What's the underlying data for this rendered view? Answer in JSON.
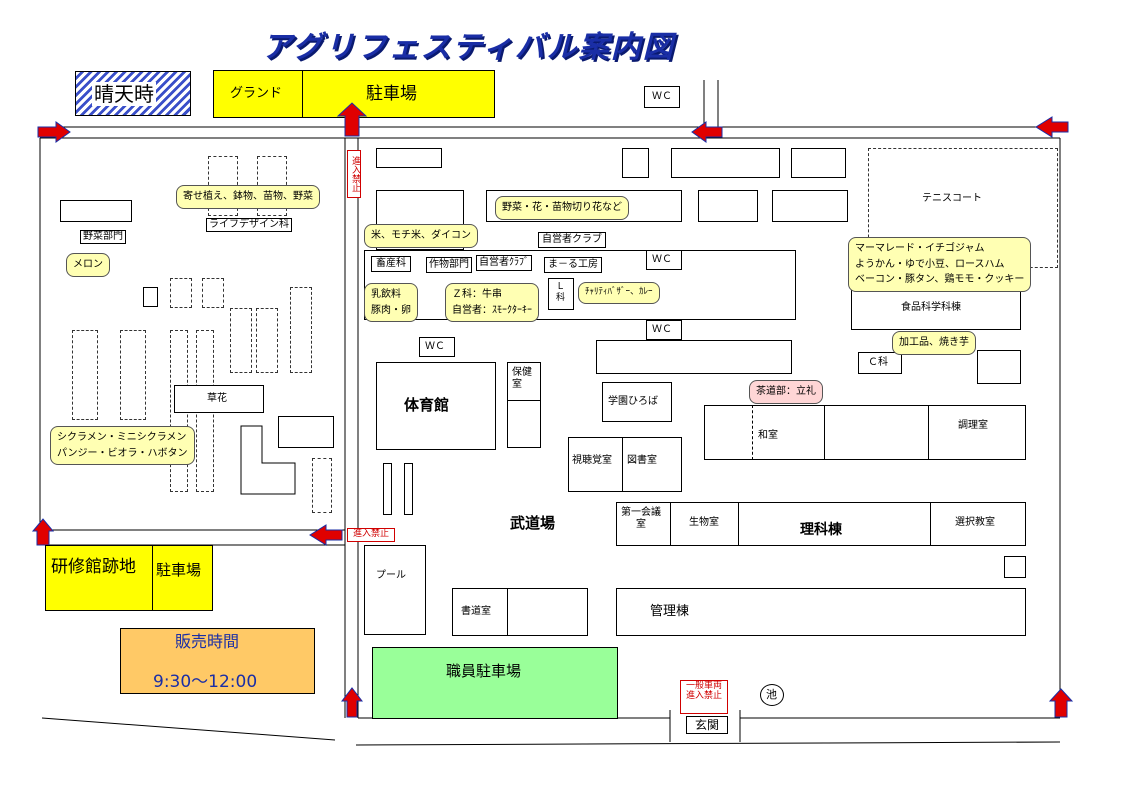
{
  "title": "アグリフェスティバル案内図",
  "top_left": {
    "rain": "晴天時"
  },
  "parking_top": {
    "ground": "グランド",
    "parking": "駐車場"
  },
  "wc": "ＷＣ",
  "left": {
    "lifedesign": "ライフデザイン科",
    "vegetable_dept": "野菜部門",
    "flower": "草花",
    "callout_lifedesign": "寄せ植え、鉢物、苗物、野菜",
    "callout_melon": "メロン",
    "callout_flower_line1": "シクラメン・ミニシクラメン",
    "callout_flower_line2": "パンジー・ビオラ・ハボタン"
  },
  "center": {
    "livestock": "畜産科",
    "crop_dept": "作物部門",
    "self_club": "自営者ｸﾗﾌﾞ",
    "self_club_2": "自営者クラブ",
    "maaru": "ま－る工房",
    "l_dept": "Ｌ\n科",
    "gym": "体育館",
    "health": "保健\n室",
    "gakuen": "学園ひろば",
    "av_room": "視聴覚室",
    "library": "図書室",
    "budo": "武道場",
    "pool": "プール",
    "calligraphy": "書道室",
    "admin": "管理棟",
    "staff_parking": "職員駐車場",
    "entrance": "玄関",
    "pond": "池",
    "no_entry": "進入禁止",
    "no_entry_general_1": "一般車両",
    "no_entry_general_2": "進入禁止",
    "callout_rice": "米、モチ米、ダイコン",
    "callout_dairy_1": "乳飲料",
    "callout_dairy_2": "豚肉・卵",
    "callout_z_1": "Ｚ科：牛串",
    "callout_z_2": "自営者：ｽﾓｰｸﾀｰｷｰ",
    "callout_veg": "野菜・花・苗物切り花など",
    "callout_charity": "ﾁｬﾘﾃｨﾊﾞｻﾞｰ、ｶﾚｰ"
  },
  "right": {
    "tennis": "テニスコート",
    "food_science": "食品科学科棟",
    "c_dept": "Ｃ科",
    "japanese_room": "和室",
    "cooking": "調理室",
    "meeting": "第一会議\n室",
    "biology": "生物室",
    "science": "理科棟",
    "elective": "選択教室",
    "callout_food_1": "マーマレード・イチゴジャム",
    "callout_food_2": "ようかん・ゆで小豆、ロースハム",
    "callout_food_3": "ベーコン・豚タン、鶏モモ・クッキー",
    "callout_processed": "加工品、焼き芋",
    "callout_tea": "茶道部：立礼"
  },
  "bottom_left": {
    "training_site": "研修館跡地",
    "parking": "駐車場",
    "sales_label": "販売時間",
    "sales_time": "9:30～12:00"
  },
  "colors": {
    "title": "#1a2ea6",
    "highlight": "#ffff00",
    "staff_parking": "#99ff99",
    "sales": "#ffc966",
    "arrow": "#e00000",
    "callout": "#ffffb3"
  }
}
